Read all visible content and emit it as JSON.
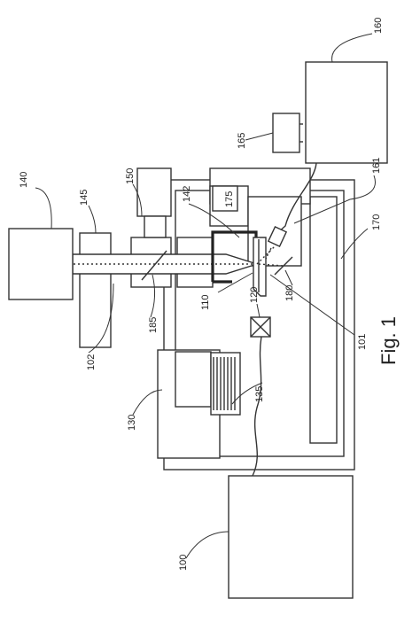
{
  "figure": {
    "caption": "Fig. 1",
    "labels": {
      "l100": "100",
      "l101": "101",
      "l102": "102",
      "l110": "110",
      "l120": "120",
      "l130": "130",
      "l135": "135",
      "l140": "140",
      "l142": "142",
      "l145": "145",
      "l150": "150",
      "l160": "160",
      "l161": "161",
      "l165": "165",
      "l170": "170",
      "l175": "175",
      "l180": "180",
      "l185": "185"
    }
  }
}
